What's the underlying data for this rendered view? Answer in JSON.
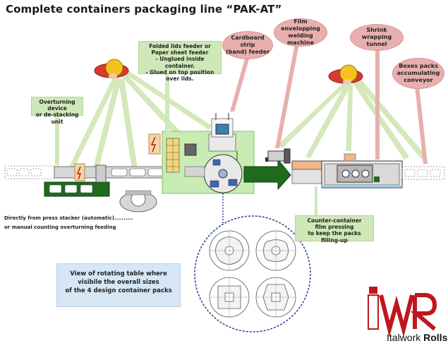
{
  "title": "Complete containers packaging line “PAK-AT”",
  "labels": {
    "overturning": [
      "Overturning device",
      "or de-stacking unit"
    ],
    "folded_lids": [
      "Folded lids feeder or",
      "Paper sheet feeder",
      "- Unglued inside container.",
      "- Glued on top position over lids."
    ],
    "cardboard_strip": [
      "Cardboard strip",
      "(band) feeder"
    ],
    "film_enveloping": [
      "Film envelopping",
      "welding machine"
    ],
    "shrink_wrapping": [
      "Shrink wrapping",
      "tunnel"
    ],
    "boxes_packs": [
      "Boxes packs",
      "accumulating",
      "conveyor"
    ],
    "counter_container": [
      "Counter-container",
      "film pressing",
      "to keep the packs filling-up"
    ]
  },
  "notes": {
    "feeding_1": "Directly from press stacker (automatic)..........",
    "feeding_2": "or manual counting overturning feeding"
  },
  "rotating_table": {
    "line_1": "View of rotating table where",
    "line_2": "visibile the overall sizes",
    "line_3": "of the 4 design container packs"
  },
  "brand": {
    "name_regular": "Italwork",
    "name_bold": "Rolls",
    "logo_letters": "iWR"
  },
  "colors": {
    "label_green": "#cfe8b8",
    "label_red": "#e7b0ae",
    "label_blue": "#d6e6f5",
    "machine_green": "#c8ecb4",
    "conveyor_dark_green": "#1e6b1e",
    "logo_red": "#c0161e"
  }
}
